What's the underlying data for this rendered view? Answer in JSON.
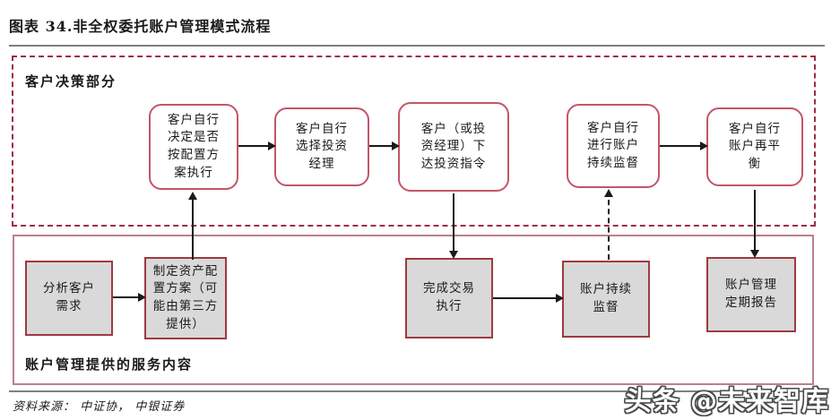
{
  "figure": {
    "title": "图表 34.非全权委托账户管理模式流程",
    "source": "资料来源： 中证协， 中银证券",
    "watermark": "头条 @未来智库"
  },
  "top_section": {
    "label": "客户决策部分",
    "boxes": [
      "客户自行\n决定是否\n按配置方\n案执行",
      "客户自行\n选择投资\n经理",
      "客户（或投\n资经理）下\n达投资指令",
      "客户自行\n进行账户\n持续监督",
      "客户自行\n账户再平\n衡"
    ]
  },
  "bottom_section": {
    "label": "账户管理提供的服务内容",
    "boxes": [
      "分析客户\n需求",
      "制定资产配\n置方案（可\n能由第三方\n提供）",
      "完成交易\n执行",
      "账户持续\n监督",
      "账户管理\n定期报告"
    ]
  },
  "colors": {
    "top_section_dashed_border": "#9f2c42",
    "rounded_box_border": "#c4556a",
    "bottom_section_border": "#bb8089",
    "gray_box_fill": "#d9d9d9",
    "gray_box_border": "#9e3a40",
    "rule_gray": "#7f7f7f",
    "arrow": "#1a1a1a"
  }
}
